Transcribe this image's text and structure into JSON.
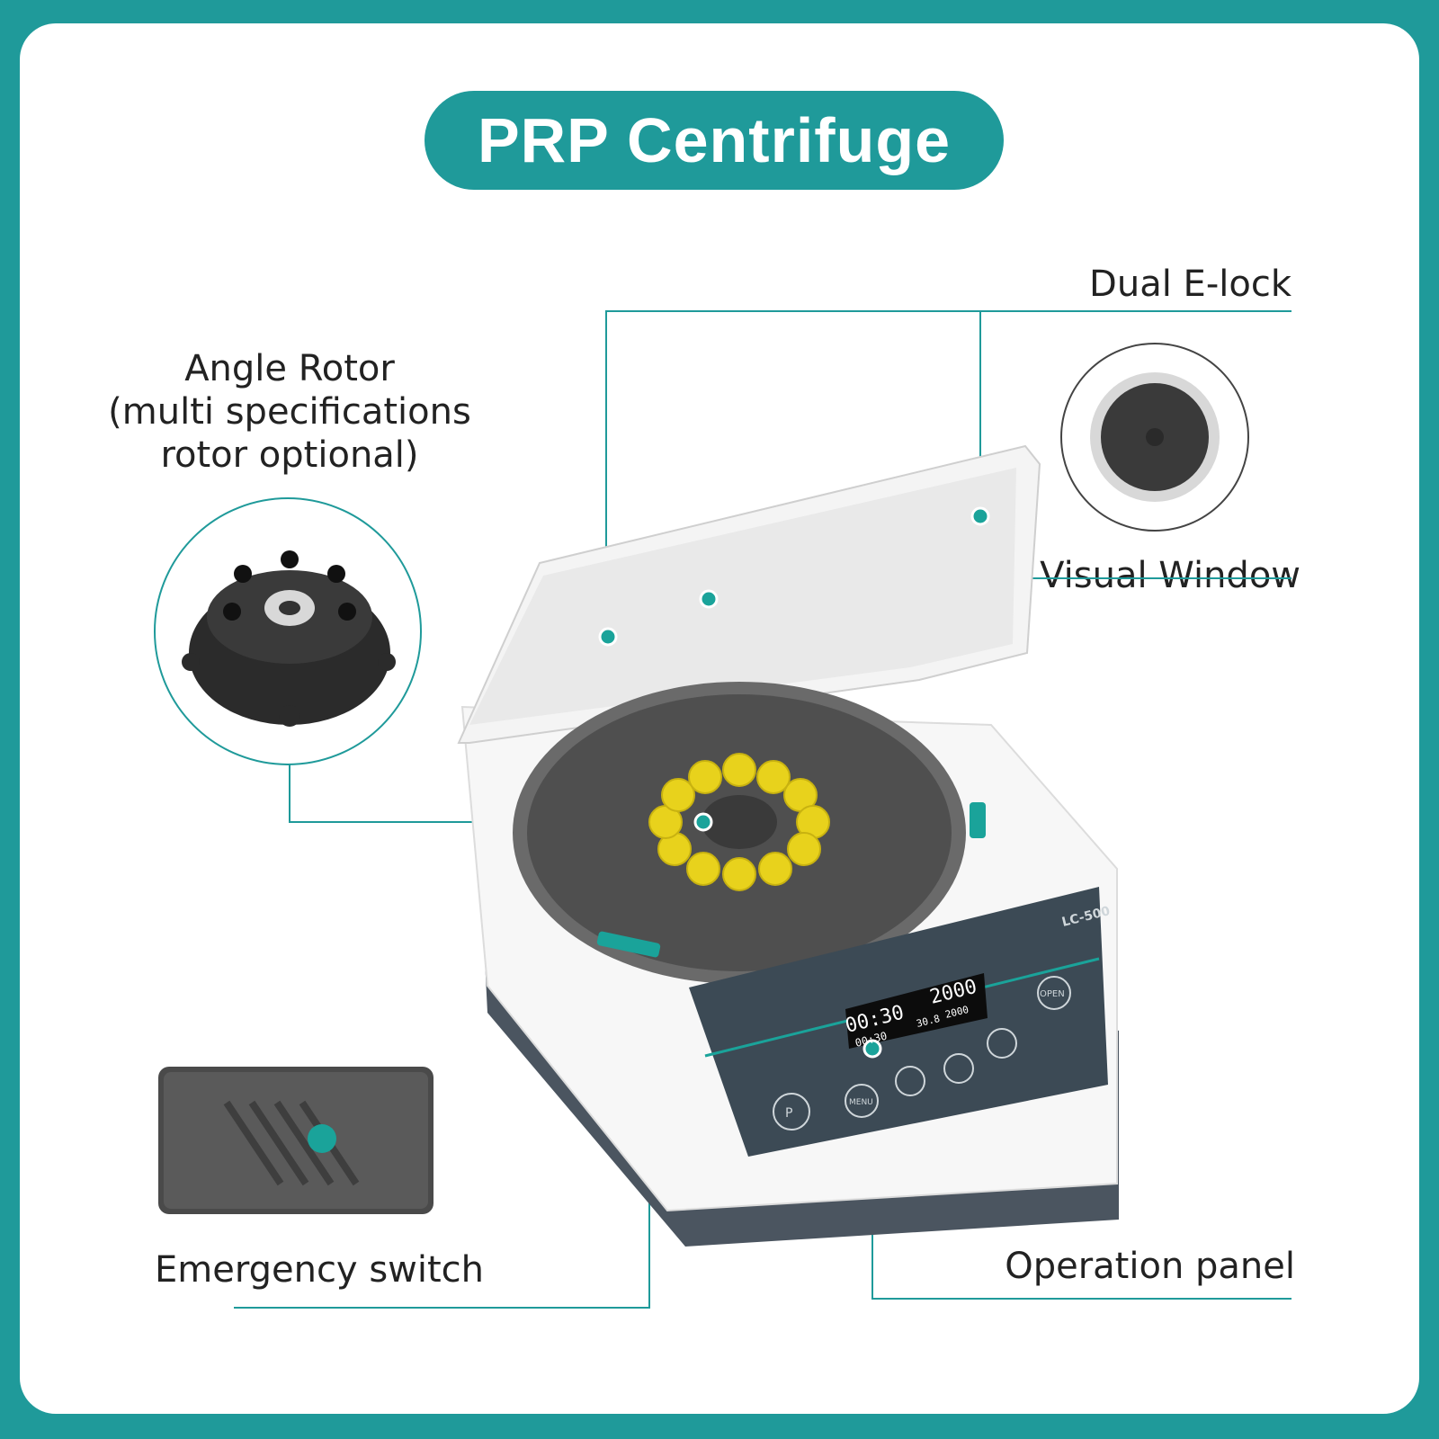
{
  "title": "PRP Centrifuge",
  "labels": {
    "angle_rotor": [
      "Angle Rotor",
      "(multi specifications",
      "rotor optional)"
    ],
    "dual_elock": "Dual E-lock",
    "visual_window": "Visual Window",
    "emergency_switch": "Emergency switch",
    "operation_panel": "Operation panel"
  },
  "device": {
    "model": "LC-500",
    "display_time_main": "00:30",
    "display_time_sub": "00:30",
    "display_speed_main": "2000",
    "display_speed_sub": "2000",
    "display_temp": "30.8",
    "buttons": [
      "P",
      "MENU",
      "OPEN"
    ]
  },
  "colors": {
    "brand_teal": "#1f9a9a",
    "accent_dot": "#1aa39a",
    "panel_dark": "#3c4a55",
    "tube_yellow": "#e8d21c"
  }
}
